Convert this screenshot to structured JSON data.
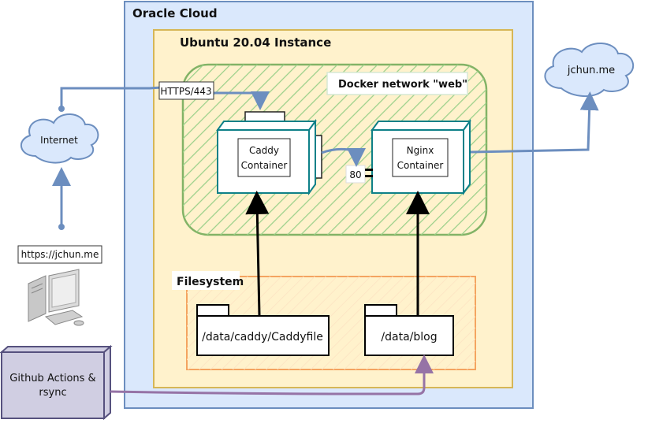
{
  "oracle_label": "Oracle Cloud",
  "ubuntu_label": "Ubuntu 20.04 Instance",
  "docker_label": "Docker network \"web\"",
  "caddy_label_1": "Caddy",
  "caddy_label_2": "Container",
  "nginx_label_1": "Nginx",
  "nginx_label_2": "Container",
  "port_label": "80",
  "https_label": "HTTPS/443",
  "internet_label": "Internet",
  "jchun_label": "jchun.me",
  "url_label": "https://jchun.me",
  "filesystem_label": "Filesystem",
  "caddyfile_label": "/data/caddy/Caddyfile",
  "blog_label": "/data/blog",
  "github_label_1": "Github Actions &",
  "github_label_2": "rsync",
  "colors": {
    "oracle_fill": "#dae8fc",
    "oracle_stroke": "#6c8ebf",
    "ubuntu_fill": "#fff2cc",
    "ubuntu_stroke": "#d6b656",
    "docker_stroke": "#82b366",
    "docker_hatch": "#9bd08a",
    "container_stroke": "#0e8088",
    "fs_stroke": "#f4a460",
    "github_fill": "#d0cee2",
    "github_stroke": "#56517e",
    "link_blue": "#6c8ebf",
    "link_purple": "#9673a6"
  }
}
